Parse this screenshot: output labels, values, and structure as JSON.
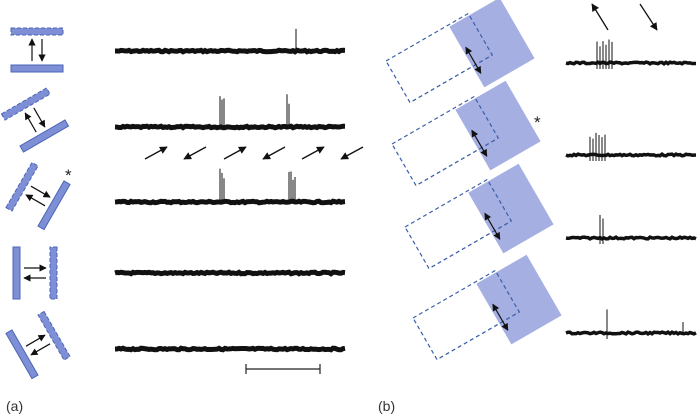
{
  "panels": [
    {
      "label": "(a)",
      "stimulus_orientations_deg": [
        0,
        -30,
        -60,
        90,
        60
      ],
      "marked_row": 3,
      "spike_rows": [
        {
          "spikes": [
            1
          ]
        },
        {
          "spikes": [
            0,
            3,
            2
          ]
        },
        {
          "spikes": [
            0,
            3,
            4
          ]
        },
        {
          "spikes": []
        },
        {
          "spikes": []
        }
      ],
      "motion_arrows": [
        "right-up",
        "left-down",
        "right-up",
        "left-down",
        "right-up",
        "left-down"
      ],
      "star_symbol": "*",
      "has_scale_bar": true
    },
    {
      "label": "(b)",
      "stimulus_rows": 4,
      "marked_row": 2,
      "spike_counts": [
        6,
        6,
        2,
        1
      ],
      "top_arrows": [
        "up-left",
        "down-right"
      ],
      "star_symbol": "*"
    }
  ],
  "colors": {
    "bar_fill": "#7f8fd6",
    "bar_stroke": "#4a66b8",
    "dashed": "#3a5ea8",
    "soft_fill": "#a5afe2",
    "trace": "#111111"
  }
}
